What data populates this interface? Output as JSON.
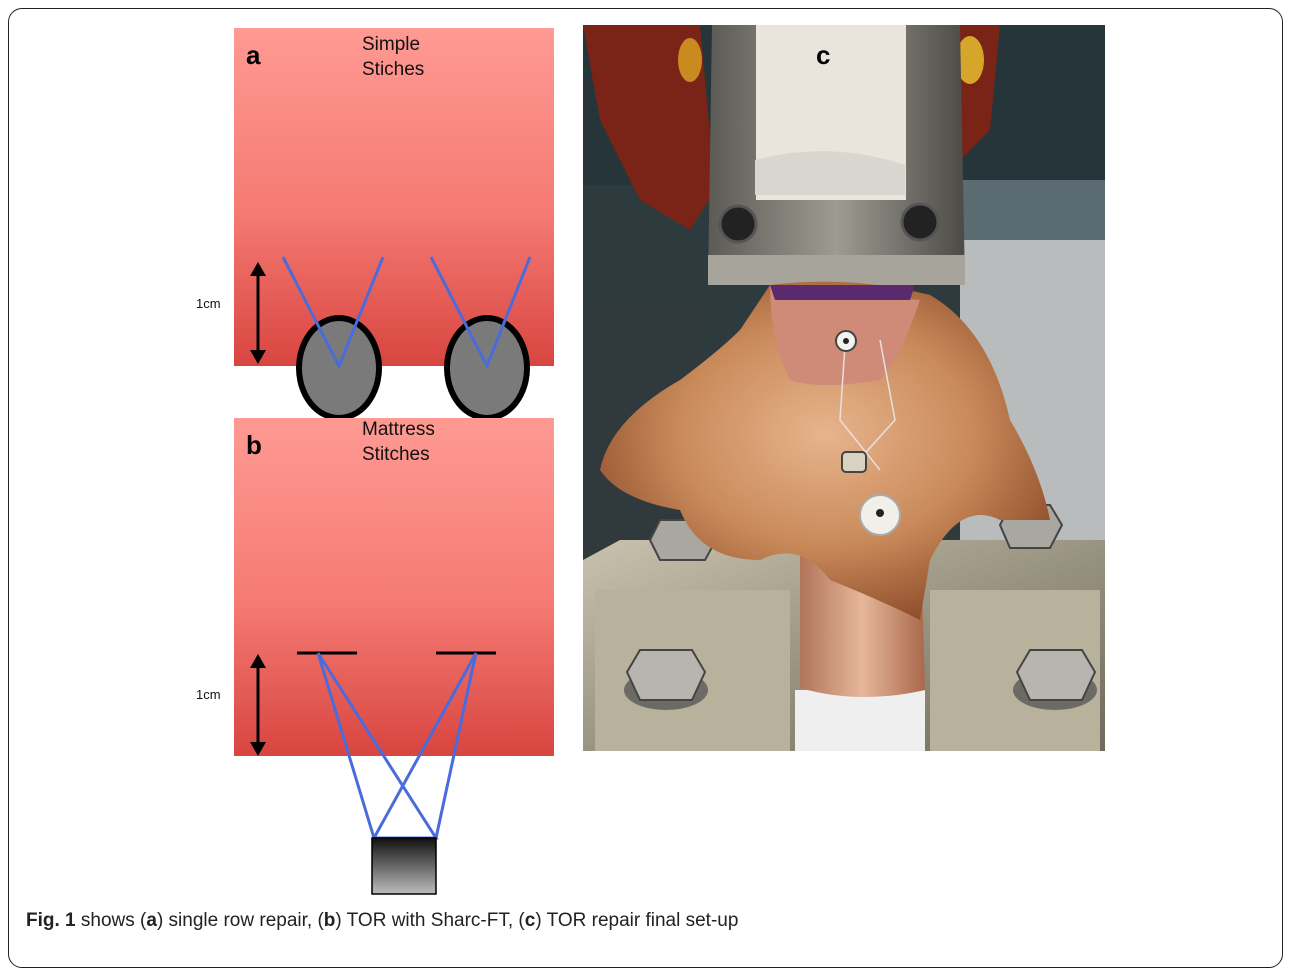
{
  "panel_a": {
    "label": "a",
    "title_line1": "Simple",
    "title_line2": "Stiches",
    "scale": "1cm"
  },
  "panel_b": {
    "label": "b",
    "title_line1": "Mattress",
    "title_line2": "Stitches",
    "scale": "1cm"
  },
  "panel_c": {
    "label": "c"
  },
  "caption": {
    "fig": "Fig. 1",
    "t1": " shows (",
    "a": "a",
    "t2": ") single row repair, (",
    "b": "b",
    "t3": ") TOR with Sharc-FT, (",
    "c": "c",
    "t4": ") TOR repair final set-up"
  },
  "colors": {
    "tissue_top": "#fe9a93",
    "tissue_bottom": "#d84540",
    "suture": "#4a6bdc",
    "anchor_fill": "#7a7a7a"
  }
}
